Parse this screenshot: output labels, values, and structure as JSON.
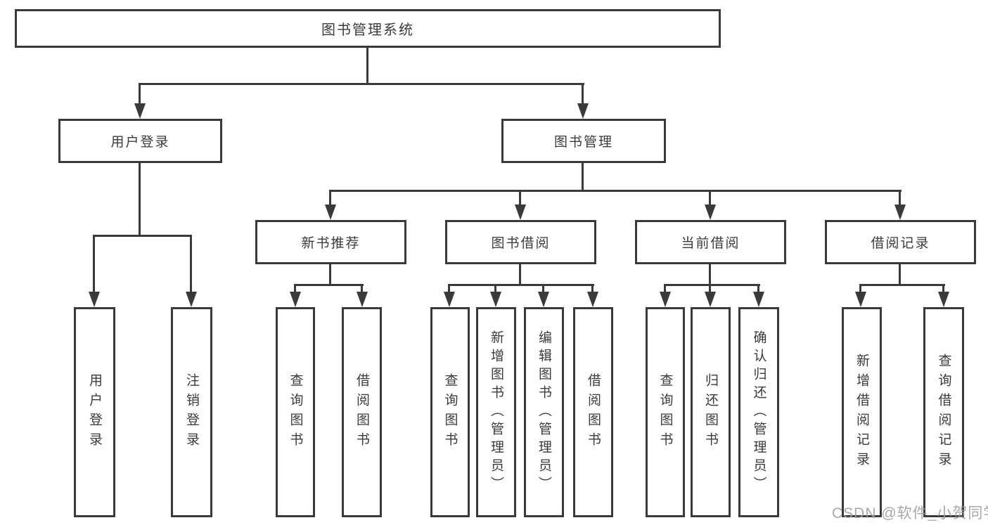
{
  "tree": {
    "root": {
      "label": "图书管理系统"
    },
    "branches": [
      {
        "label": "用户登录",
        "children": [
          {
            "label": "用户登录"
          },
          {
            "label": "注销登录"
          }
        ]
      },
      {
        "label": "图书管理",
        "children": [
          {
            "label": "新书推荐",
            "children": [
              {
                "label": "查询图书"
              },
              {
                "label": "借阅图书"
              }
            ]
          },
          {
            "label": "图书借阅",
            "children": [
              {
                "label": "查询图书"
              },
              {
                "label": "新增图书（管理员）"
              },
              {
                "label": "编辑图书（管理员）"
              },
              {
                "label": "借阅图书"
              }
            ]
          },
          {
            "label": "当前借阅",
            "children": [
              {
                "label": "查询图书"
              },
              {
                "label": "归还图书"
              },
              {
                "label": "确认归还（管理员）"
              }
            ]
          },
          {
            "label": "借阅记录",
            "children": [
              {
                "label": "新增借阅记录"
              },
              {
                "label": "查询借阅记录"
              }
            ]
          }
        ]
      }
    ]
  },
  "watermark": {
    "text": "CSDN @软件_小贺同学"
  },
  "colors": {
    "line": "#3a3a3a",
    "text": "#3b3b3b",
    "background": "#ffffff",
    "watermark": "#9e9e9e"
  }
}
